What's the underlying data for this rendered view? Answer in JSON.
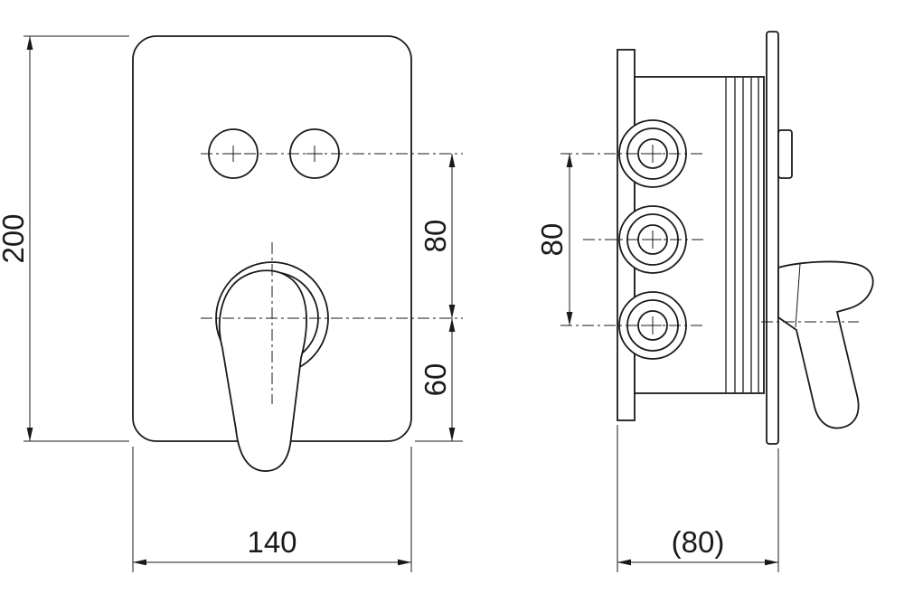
{
  "colors": {
    "background": "#ffffff",
    "line": "#1a1a1a"
  },
  "dims": {
    "front_height": "200",
    "front_buttons_to_lever": "80",
    "front_lever_to_bottom": "60",
    "front_width": "140",
    "side_port_span": "80",
    "side_depth": "(80)"
  }
}
